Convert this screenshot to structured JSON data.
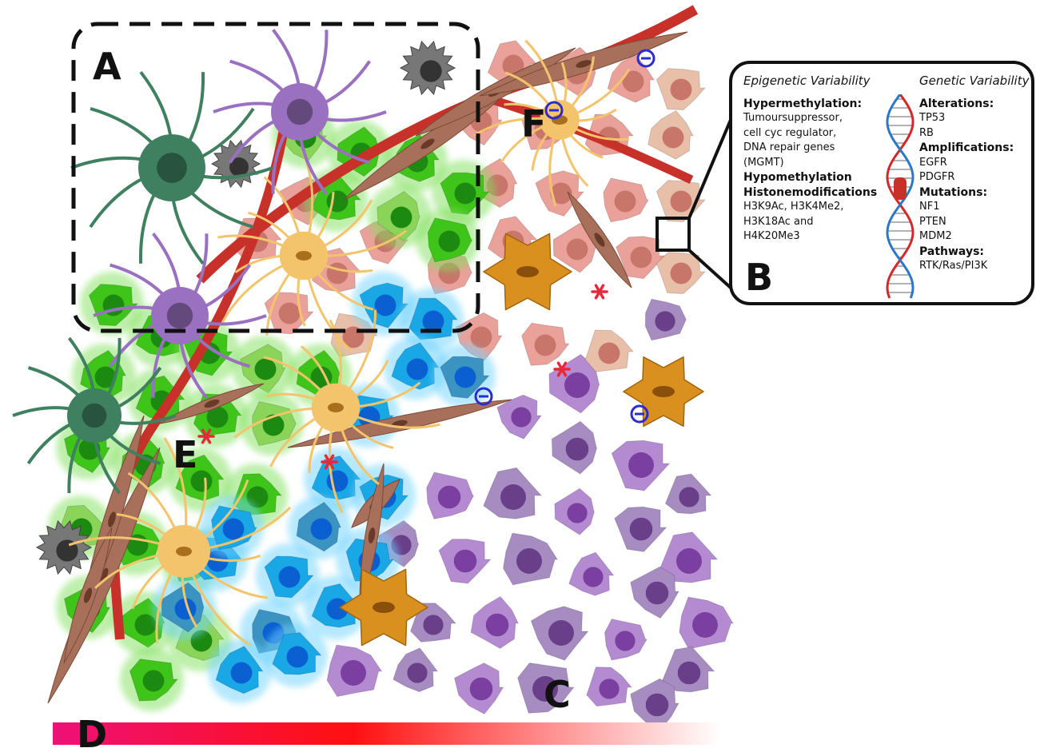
{
  "labels": {
    "A": "A",
    "B": "B",
    "C": "C",
    "D": "D",
    "E": "E",
    "F": "F"
  },
  "callout": {
    "epigenetic_title": "Epigenetic Variability",
    "genetic_title": "Genetic Variability",
    "epigenetic": [
      {
        "kind": "heading",
        "text": "Hypermethylation:"
      },
      {
        "kind": "text",
        "text": "Tumoursuppressor,"
      },
      {
        "kind": "text",
        "text": "cell cyc regulator,"
      },
      {
        "kind": "text",
        "text": "DNA repair genes"
      },
      {
        "kind": "text",
        "text": "(MGMT)"
      },
      {
        "kind": "heading",
        "text": "Hypomethylation"
      },
      {
        "kind": "heading",
        "text": "Histonemodifications"
      },
      {
        "kind": "text",
        "text": "H3K9Ac, H3K4Me2,"
      },
      {
        "kind": "text",
        "text": "H3K18Ac and"
      },
      {
        "kind": "text",
        "text": "H4K20Me3"
      }
    ],
    "genetic": [
      {
        "kind": "heading",
        "text": "Alterations:"
      },
      {
        "kind": "text",
        "text": "TP53"
      },
      {
        "kind": "text",
        "text": "RB"
      },
      {
        "kind": "heading",
        "text": "Amplifications:"
      },
      {
        "kind": "text",
        "text": "EGFR"
      },
      {
        "kind": "text",
        "text": "PDGFR"
      },
      {
        "kind": "heading",
        "text": "Mutations:"
      },
      {
        "kind": "text",
        "text": "NF1"
      },
      {
        "kind": "text",
        "text": "PTEN"
      },
      {
        "kind": "text",
        "text": "MDM2"
      },
      {
        "kind": "heading",
        "text": "Pathways:"
      },
      {
        "kind": "text",
        "text": "RTK/Ras/PI3K"
      }
    ]
  },
  "colors": {
    "vessel": "#c8302a",
    "green_cell": "#3fc41a",
    "blue_cell": "#1aa7e6",
    "pink_cell": "#e9a19a",
    "purple_cell": "#b48ad0",
    "astrocyte": "#f3c46b",
    "fibroblast": "#a8705a",
    "neuron": "#9a70c0",
    "green_neuron": "#3e8060",
    "macrophage": "#d9901e",
    "microglia": "#777777",
    "marker_red": "#e8283a",
    "marker_blue": "#2b2bd0",
    "gradient_start": "#ee1177",
    "gradient_mid": "#ff1010",
    "gradient_end": "#ffffff"
  },
  "icons": [
    "asterisk-marker",
    "minus-circle-marker",
    "dna-helix-icon",
    "nucleus-icon"
  ]
}
